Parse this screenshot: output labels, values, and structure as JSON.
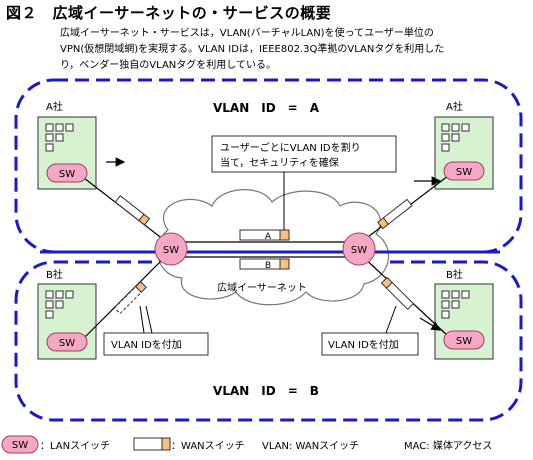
{
  "title": "図２　広域イーサーネットの・サービスの概要",
  "description": [
    "広域イーサーネット・サービスは，VLAN(バーチャルLAN)を使ってユーザー単位の",
    "VPN(仮想閉域網)を実現する。VLAN IDは，IEEE802.3Q準拠のVLANタグを利用した",
    "り，ベンダー独自のVLANタグを利用している。"
  ],
  "vlan_a_label": "VLAN　ID　=　A",
  "vlan_b_label": "VLAN　ID　=　B",
  "company_a": "A社",
  "company_b": "B社",
  "switch_label": "SW",
  "network_label": "広域イーサーネット",
  "tag_a": "A",
  "tag_b": "B",
  "callout_user_vlan": [
    "ユーザーごとにVLAN IDを割り",
    "当て，セキュリティを確保"
  ],
  "callout_add_vlan": "VLAN IDを付加",
  "legend": {
    "lan_switch": "：LANスイッチ",
    "wan_switch": "：WANスイッチ",
    "vlan": "VLAN: WANスイッチ",
    "mac": "MAC: 媒体アクセス"
  },
  "colors": {
    "vlan_border": "#1a1acc",
    "switch_fill": "#f4a8c4",
    "switch_stroke": "#a03c6a",
    "site_fill": "#d6f2d0",
    "cloud_fill": "#ffffff",
    "tag_fill": "#f8c080"
  }
}
